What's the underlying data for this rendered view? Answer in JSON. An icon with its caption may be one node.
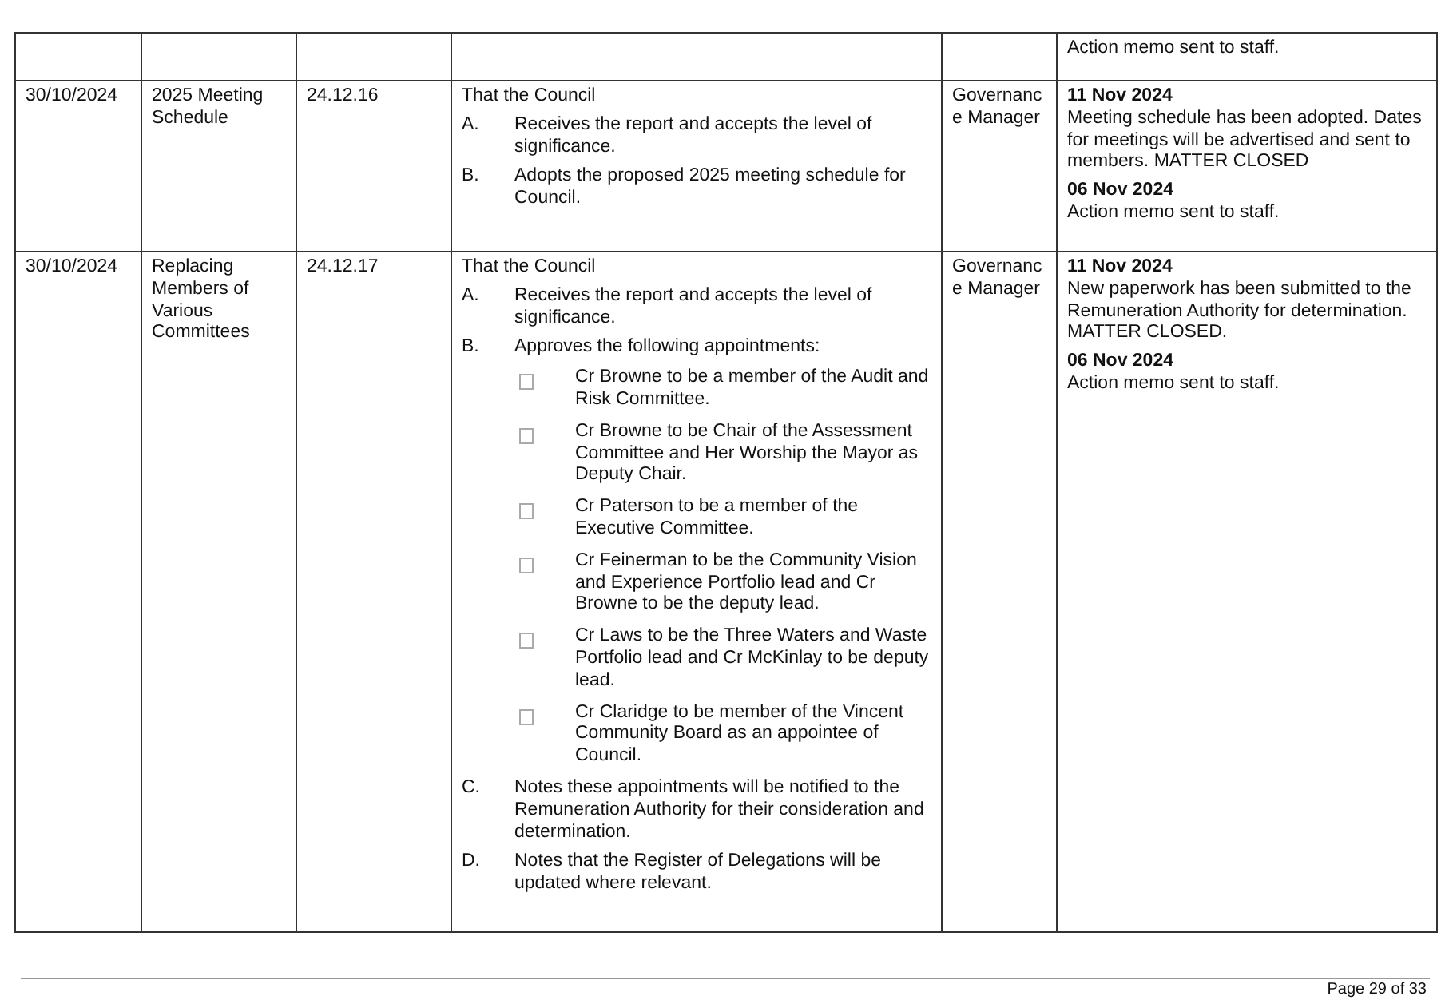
{
  "diagram": {
    "labels": [
      "Action memo sent to staff.",
      "30/10/2024",
      "2025 Meeting Schedule",
      "24.12.16",
      "That the Council",
      "A.",
      "Receives the report and accepts the level of significance.",
      "B.",
      "Adopts the proposed 2025 meeting schedule for Council.",
      "Governance Manager",
      "11 Nov 2024",
      "Meeting schedule has been adopted. Dates for meetings will be advertised and sent to members. MATTER CLOSED",
      "06 Nov 2024",
      "Action memo sent to staff.",
      "30/10/2024",
      "Replacing Members of Various Committees",
      "24.12.17",
      "That the Council",
      "A.",
      "Receives the report and accepts the level of significance.",
      "B.",
      "Approves the following appointments:",
      "Cr Browne to be a member of the Audit and Risk Committee.",
      "Cr Browne to be Chair of the Assessment Committee and Her Worship the Mayor as Deputy Chair.",
      "Cr Paterson to be a member of the Executive Committee.",
      "Cr Feinerman to be the Community Vision and Experience Portfolio lead and Cr Browne to be the deputy lead.",
      "Cr Laws to be the Three Waters and Waste Portfolio lead and Cr McKinlay to be deputy lead.",
      "Cr Claridge to be member of the Vincent Community Board as an appointee of Council.",
      "C.",
      "Notes these appointments will be notified to the Remuneration Authority for their consideration and determination.",
      "D.",
      "Notes that the Register of Delegations will be updated where relevant.",
      "Governance Manager",
      "11 Nov 2024",
      "New paperwork has been submitted to the Remuneration Authority for determination. MATTER CLOSED.",
      "06 Nov 2024",
      "Action memo sent to staff.",
      "Page 29 of 33"
    ]
  }
}
